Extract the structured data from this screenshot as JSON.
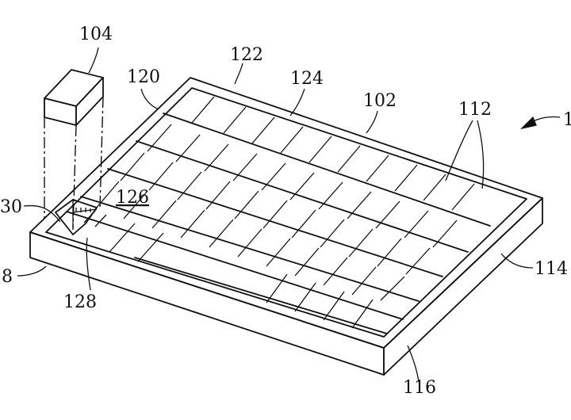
{
  "figure": {
    "labels": {
      "l104": "104",
      "l122": "122",
      "l120": "120",
      "l124": "124",
      "l102": "102",
      "l112": "112",
      "l126": "126",
      "l130": "30",
      "l128": "128",
      "l118": "8",
      "l114": "114",
      "l116": "116",
      "l100": "1"
    },
    "rows": [
      {
        "name": "row-1",
        "cells": 11
      },
      {
        "name": "row-2",
        "cells": 13
      },
      {
        "name": "row-3",
        "cells": 13
      },
      {
        "name": "row-4",
        "cells": 13
      },
      {
        "name": "row-5",
        "cells": 11
      },
      {
        "name": "row-6",
        "cells": 7
      }
    ],
    "colors": {
      "ink": "#111111",
      "paper": "#ffffff"
    }
  }
}
